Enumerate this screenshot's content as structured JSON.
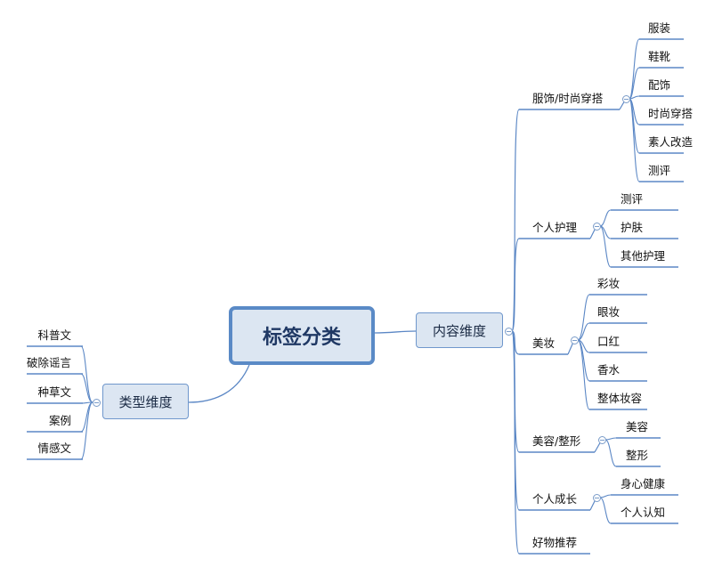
{
  "root": {
    "label": "标签分类"
  },
  "content_dimension": {
    "label": "内容维度",
    "children": [
      {
        "label": "服饰/时尚穿搭",
        "children": [
          "服装",
          "鞋靴",
          "配饰",
          "时尚穿搭",
          "素人改造",
          "测评"
        ]
      },
      {
        "label": "个人护理",
        "children": [
          "测评",
          "护肤",
          "其他护理"
        ]
      },
      {
        "label": "美妆",
        "children": [
          "彩妆",
          "眼妆",
          "口红",
          "香水",
          "整体妆容"
        ]
      },
      {
        "label": "美容/整形",
        "children": [
          "美容",
          "整形"
        ]
      },
      {
        "label": "个人成长",
        "children": [
          "身心健康",
          "个人认知"
        ]
      },
      {
        "label": "好物推荐",
        "children": []
      }
    ]
  },
  "type_dimension": {
    "label": "类型维度",
    "children": [
      "科普文",
      "破除谣言",
      "种草文",
      "案例",
      "情感文"
    ]
  },
  "colors": {
    "line": "#5b87c5",
    "node_fill": "#dce6f2",
    "root_border": "#5a8ac6"
  }
}
